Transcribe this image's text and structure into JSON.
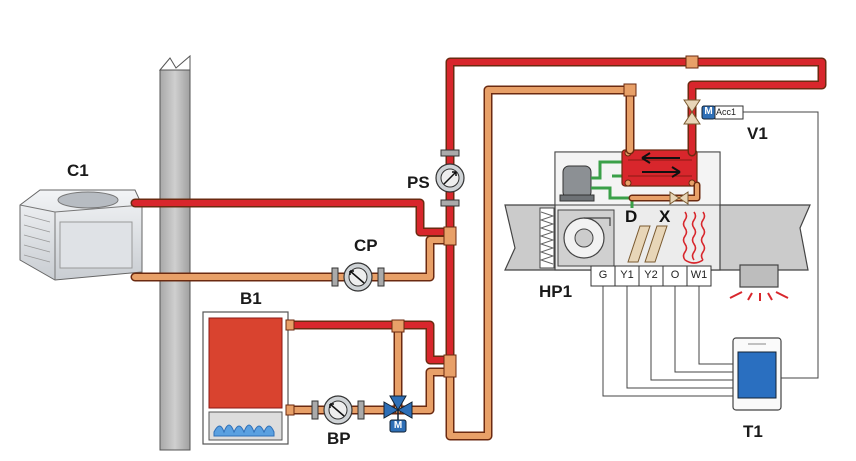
{
  "labels": {
    "c1": "C1",
    "cp": "CP",
    "ps": "PS",
    "b1": "B1",
    "bp": "BP",
    "hp1": "HP1",
    "v1": "V1",
    "t1": "T1"
  },
  "terminals": [
    "G",
    "Y1",
    "Y2",
    "O",
    "W1"
  ],
  "acc_label": "Acc1",
  "motor_letter": "M",
  "coil_letters": {
    "d": "D",
    "x": "X"
  },
  "colors": {
    "hot_pipe": "#d8262c",
    "cool_pipe": "#e8a068",
    "pipe_outline": "#6b2a10",
    "wall": "#b9b9b9",
    "duct": "#c8c8c8",
    "boiler": "#d9432f",
    "flame": "#5aa0e0",
    "refrigerant": "#3aa048",
    "valve_blue": "#2e6fb7",
    "thermostat_screen": "#2a6fc0"
  },
  "icons": [
    "pump-icon",
    "fan-icon",
    "heat-exchanger-icon",
    "compressor-icon",
    "zone-valve-icon",
    "mixing-valve-icon",
    "thermostat-icon",
    "boiler-burner-icon",
    "outdoor-unit-icon"
  ]
}
